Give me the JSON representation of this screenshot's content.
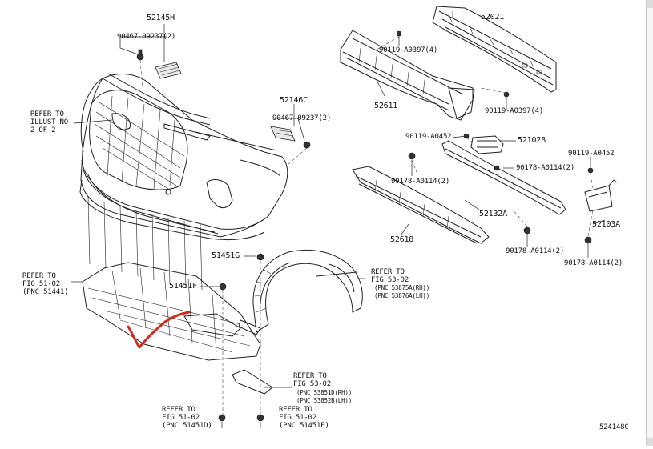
{
  "diagram_code": "524148C",
  "marker_color": "#d12a1f",
  "labels": {
    "p52145H": "52145H",
    "p90467a": "90467-09237(2)",
    "p52021": "52021",
    "p90119a": "90119-A0397(4)",
    "p52611": "52611",
    "p90119b": "90119-A0397(4)",
    "refer_illust_1": "REFER TO",
    "refer_illust_2": "ILLUST NO",
    "refer_illust_3": "2 OF 2",
    "p52146C": "52146C",
    "p90467b": "90467-09237(2)",
    "p90119c": "90119-A0452",
    "p52102B": "52102B",
    "p90119d": "90119-A0452",
    "p90178a": "90178-A0114(2)",
    "p90178b": "90178-A0114(2)",
    "p52132A": "52132A",
    "p52103A": "52103A",
    "p52618": "52618",
    "p90178c": "90178-A0114(2)",
    "p90178d": "90178-A0114(2)",
    "p51451G": "51451G",
    "refer_5302a_1": "REFER TO",
    "refer_5302a_2": "FIG 53-02",
    "refer_5302a_3": "(PNC 53875A(RH))",
    "refer_5302a_4": "(PNC 53876A(LH))",
    "refer_5102a_1": "REFER TO",
    "refer_5102a_2": "FIG 51-02",
    "refer_5102a_3": "(PNC 51441)",
    "p51451F": "51451F",
    "refer_5302b_1": "REFER TO",
    "refer_5302b_2": "FIG 53-02",
    "refer_5302b_3": "(PNC 53851D(RH))",
    "refer_5302b_4": "(PNC 53852B(LH))",
    "refer_5102b_1": "REFER TO",
    "refer_5102b_2": "FIG 51-02",
    "refer_5102b_3": "(PNC 51451D)",
    "refer_5102c_1": "REFER TO",
    "refer_5102c_2": "FIG 51-02",
    "refer_5102c_3": "(PNC 51451E)"
  },
  "icons": [
    "bolt-icon",
    "clip-icon",
    "nut-icon"
  ]
}
